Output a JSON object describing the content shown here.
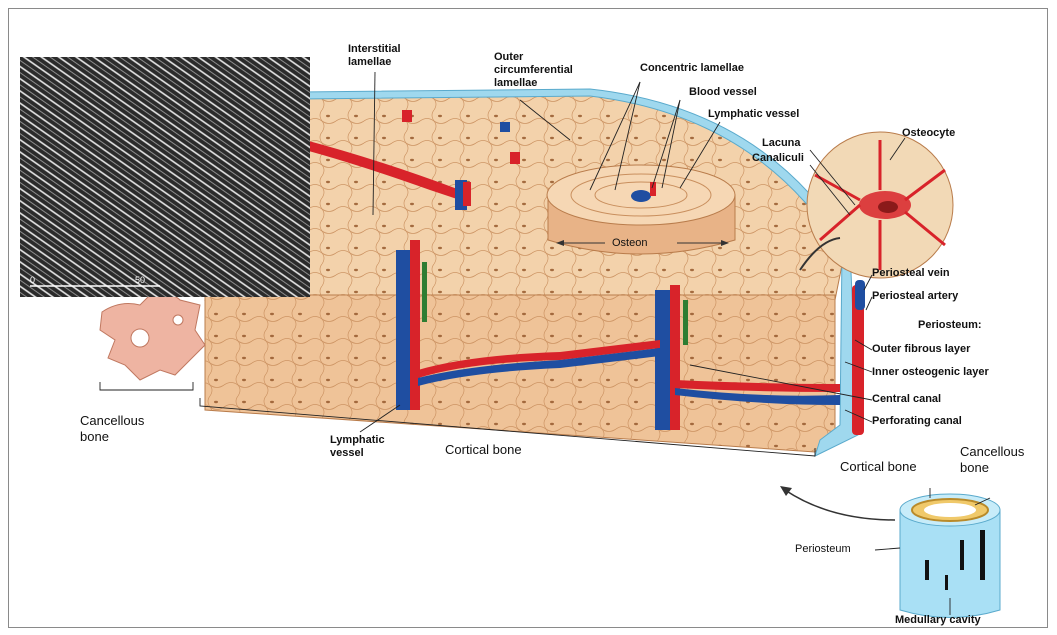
{
  "figure": {
    "micrograph": {
      "scale_start": "0",
      "scale_end": "50"
    },
    "labels": {
      "interstitial_lamellae": "Interstitial lamellae",
      "outer_circumferential_lamellae": "Outer circumferential lamellae",
      "concentric_lamellae": "Concentric lamellae",
      "blood_vessel": "Blood vessel",
      "lymphatic_vessel_top": "Lymphatic vessel",
      "lacuna": "Lacuna",
      "canaliculi": "Canaliculi",
      "osteocyte": "Osteocyte",
      "osteon": "Osteon",
      "periosteal_vein": "Periosteal vein",
      "periosteal_artery": "Periosteal artery",
      "periosteum_heading": "Periosteum:",
      "outer_fibrous_layer": "Outer fibrous layer",
      "inner_osteogenic_layer": "Inner osteogenic layer",
      "central_canal": "Central canal",
      "perforating_canal": "Perforating canal",
      "cancellous_bone": "Cancellous bone",
      "lymphatic_vessel_bottom": "Lymphatic vessel",
      "cortical_bone": "Cortical bone",
      "inset_cortical_bone": "Cortical bone",
      "inset_cancellous_bone": "Cancellous bone",
      "inset_periosteum": "Periosteum",
      "medullary_cavity": "Medullary cavity"
    },
    "colors": {
      "bone": "#f1c9a0",
      "bone_dark": "#d9a574",
      "artery": "#d8232a",
      "vein": "#1f4ea1",
      "lymph": "#2e7d32",
      "periosteum": "#9fd8ee",
      "marrow": "#a9e0f5"
    }
  }
}
